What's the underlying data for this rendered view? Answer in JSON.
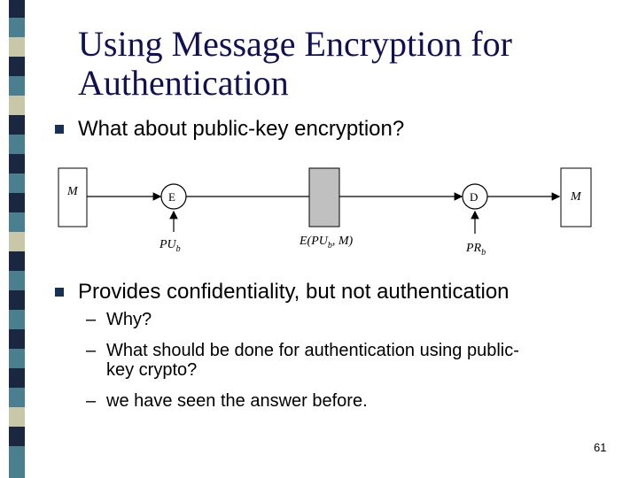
{
  "slide": {
    "title_line1": "Using Message Encryption for",
    "title_line2": "Authentication",
    "bullets": [
      "What about public-key encryption?",
      "Provides confidentiality, but not authentication"
    ],
    "subbullets": [
      "Why?",
      "What should be done for authentication using public-",
      "key crypto?",
      "we have seen the answer before."
    ],
    "sub_dash": "–",
    "page_number": "61"
  },
  "diagram": {
    "source_label": "M",
    "encrypt_label": "E",
    "decrypt_label": "D",
    "dest_label": "M",
    "public_key_label": "PU",
    "public_key_sub": "b",
    "private_key_label": "PR",
    "private_key_sub": "b",
    "cipher_prefix": "E(PU",
    "cipher_sub": "b",
    "cipher_suffix": ", M)"
  },
  "colors": {
    "title": "#10105a",
    "bullet": "#16305a",
    "strip_dark": "#1a2740",
    "strip_teal": "#4a7f8f",
    "strip_light": "#c8c8a8",
    "cipher_box": "#c0c0c0"
  }
}
